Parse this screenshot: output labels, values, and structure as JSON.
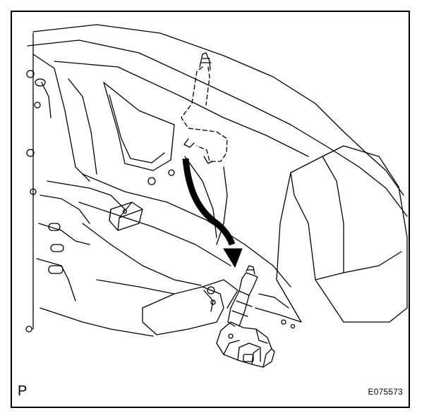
{
  "diagram": {
    "view_label": "P",
    "figure_code": "E075573",
    "colors": {
      "line": "#000000",
      "background": "#ffffff"
    },
    "icons": [
      "removal-arrow",
      "dashed-original-position-outline",
      "sensor-component"
    ]
  }
}
